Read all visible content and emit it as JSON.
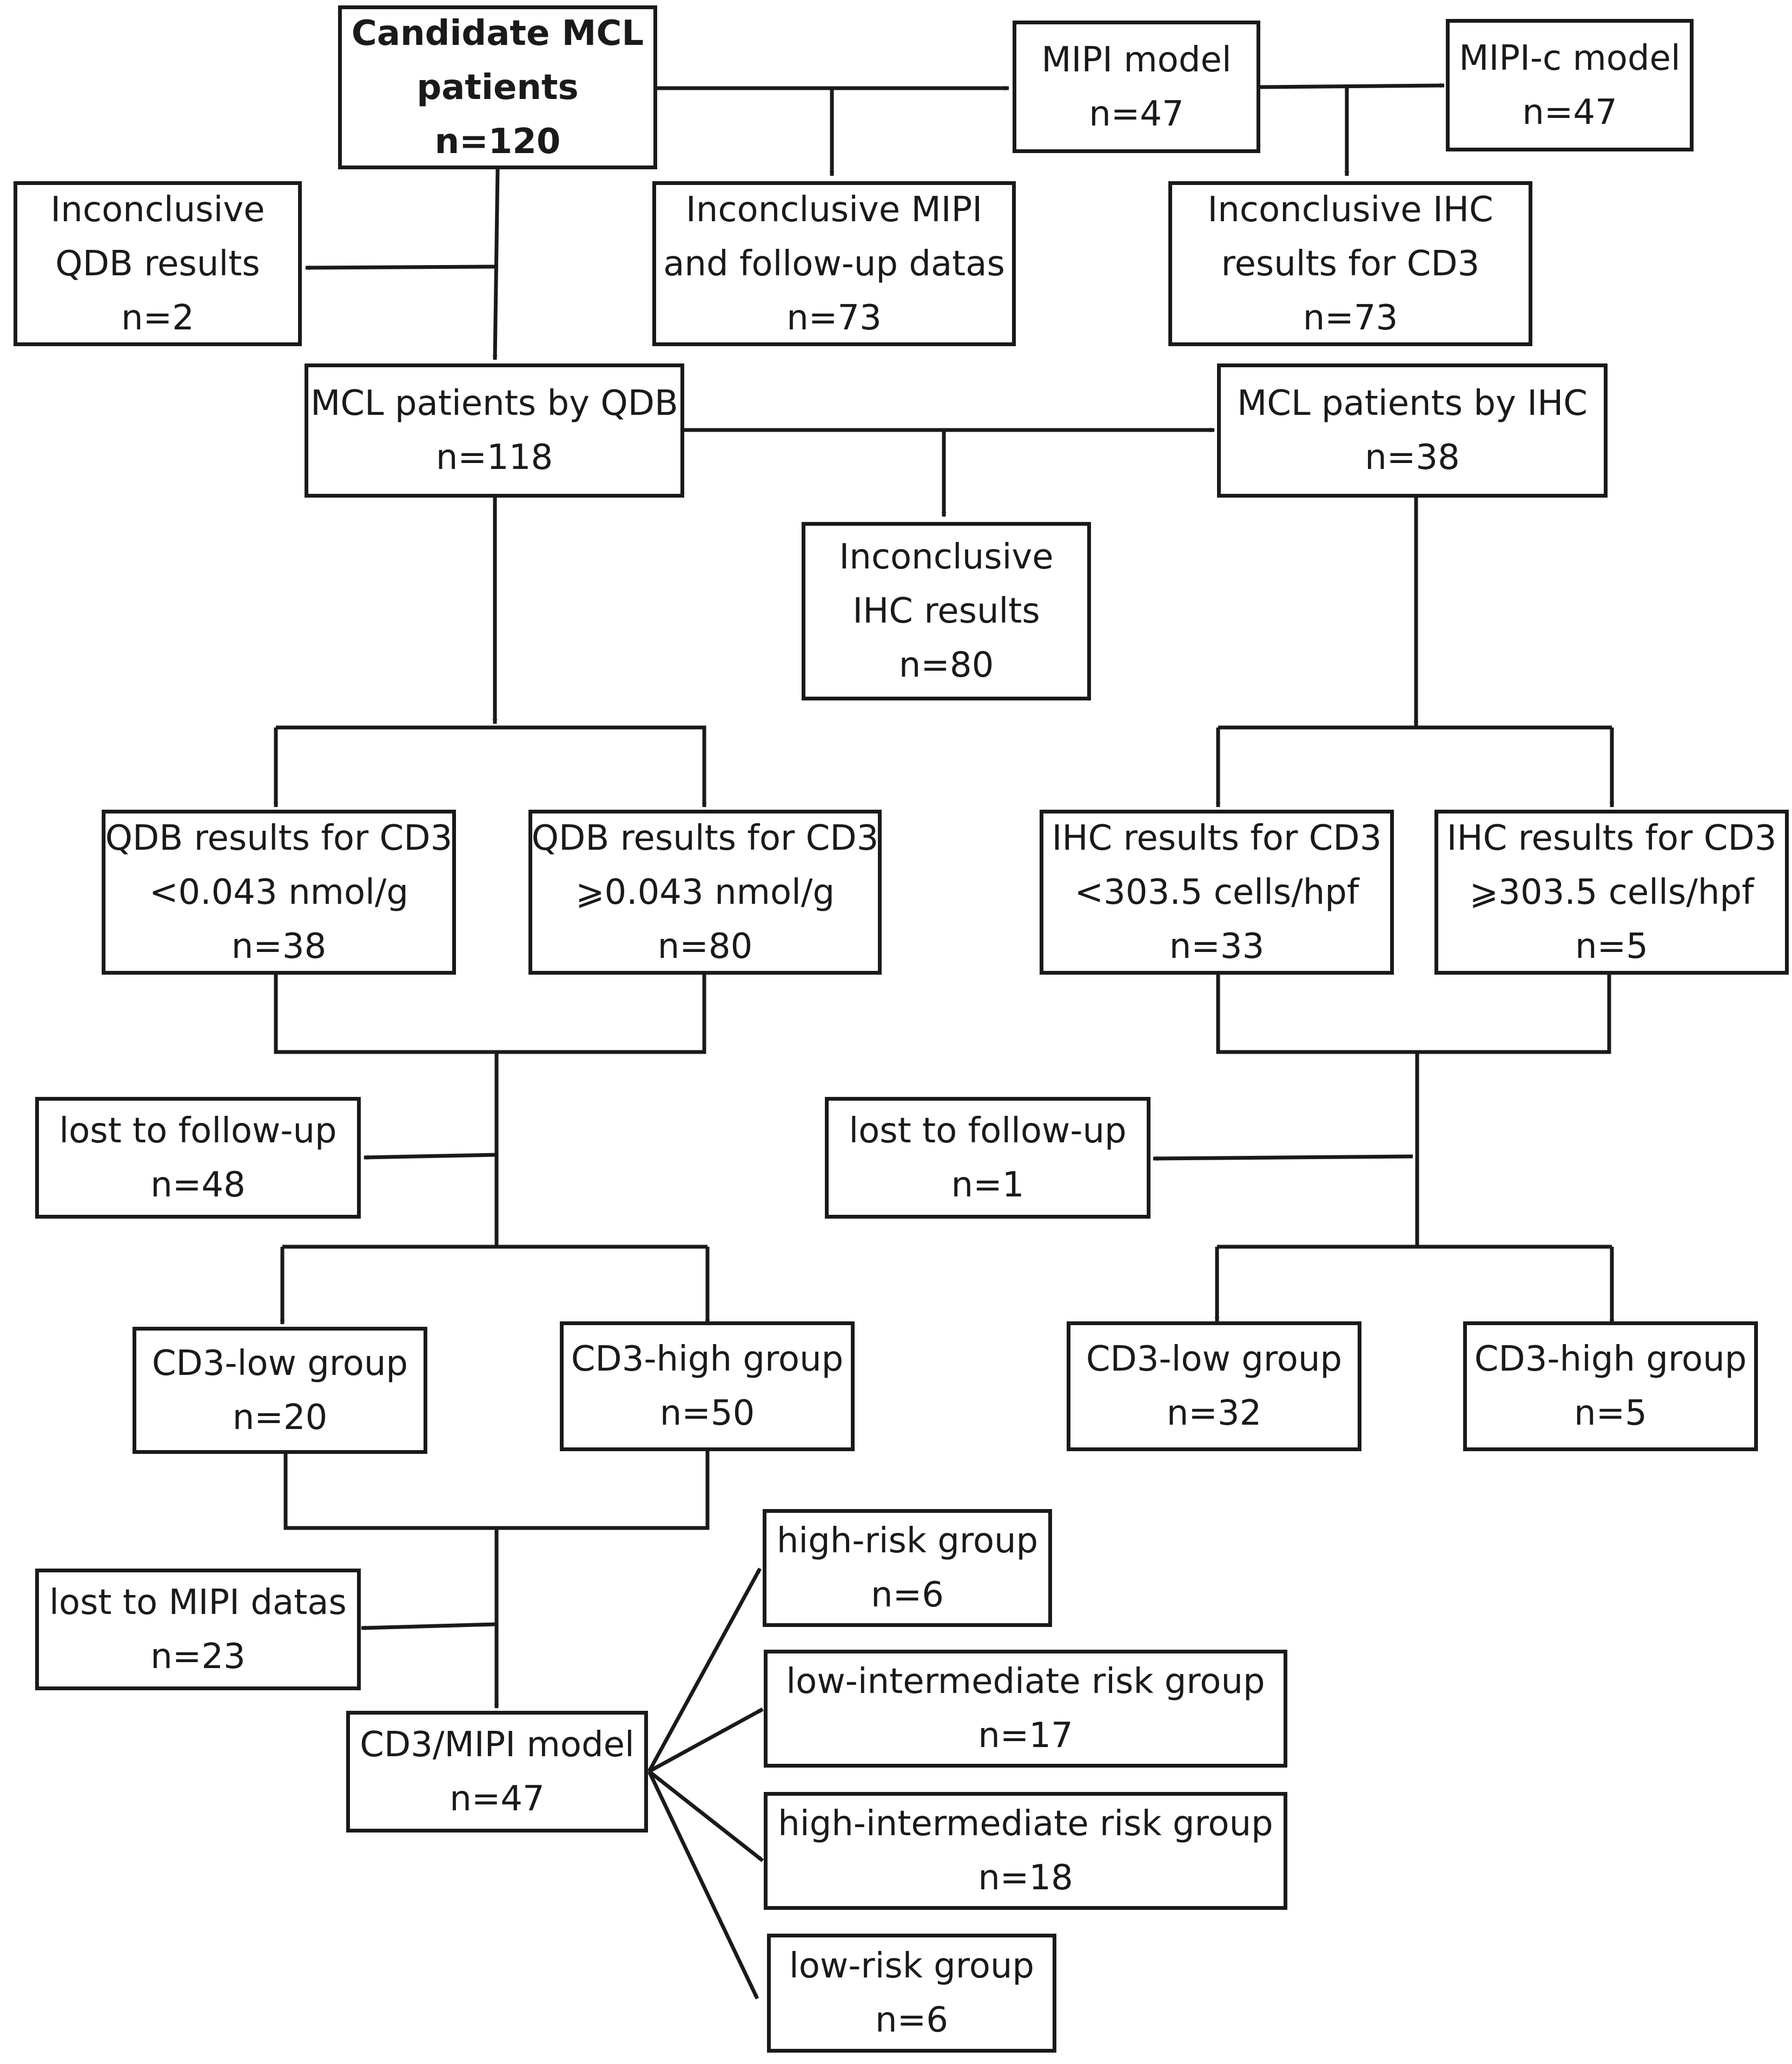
{
  "boxes": {
    "candidate": [
      "Candidate MCL",
      "patients",
      "n=120"
    ],
    "mipi_model": [
      "MIPI model",
      "n=47"
    ],
    "mipic_model": [
      "MIPI-c model",
      "n=47"
    ],
    "inconclusive_qdb": [
      "Inconclusive",
      "QDB results",
      "n=2"
    ],
    "inconclusive_mipi": [
      "Inconclusive MIPI",
      "and follow-up datas",
      "n=73"
    ],
    "inconclusive_ihc_cd3": [
      "Inconclusive IHC",
      "results for CD3",
      "n=73"
    ],
    "mcl_qdb": [
      "MCL patients by QDB",
      "n=118"
    ],
    "mcl_ihc": [
      "MCL patients by IHC",
      "n=38"
    ],
    "inconclusive_ihc": [
      "Inconclusive",
      "IHC results",
      "n=80"
    ],
    "qdb_low": [
      "QDB results for CD3",
      "<0.043 nmol/g",
      "n=38"
    ],
    "qdb_high": [
      "QDB results for CD3",
      "⩾0.043 nmol/g",
      "n=80"
    ],
    "ihc_low": [
      "IHC results for CD3",
      "<303.5 cells/hpf",
      "n=33"
    ],
    "ihc_high": [
      "IHC results for CD3",
      "⩾303.5 cells/hpf",
      "n=5"
    ],
    "lost_qdb": [
      "lost to follow-up",
      "n=48"
    ],
    "lost_ihc": [
      "lost to follow-up",
      "n=1"
    ],
    "cd3_low_qdb": [
      "CD3-low group",
      "n=20"
    ],
    "cd3_high_qdb": [
      "CD3-high group",
      "n=50"
    ],
    "cd3_low_ihc": [
      "CD3-low group",
      "n=32"
    ],
    "cd3_high_ihc": [
      "CD3-high group",
      "n=5"
    ],
    "lost_mipi": [
      "lost to MIPI datas",
      "n=23"
    ],
    "cd3_mipi": [
      "CD3/MIPI model",
      "n=47"
    ],
    "high_risk": [
      "high-risk group",
      "n=6"
    ],
    "low_intermediate": [
      "low-intermediate risk group",
      "n=17"
    ],
    "high_intermediate": [
      "high-intermediate risk group",
      "n=18"
    ],
    "low_risk": [
      "low-risk group",
      "n=6"
    ]
  },
  "colors": {
    "line": "#1a1a1a",
    "background": "#ffffff"
  }
}
